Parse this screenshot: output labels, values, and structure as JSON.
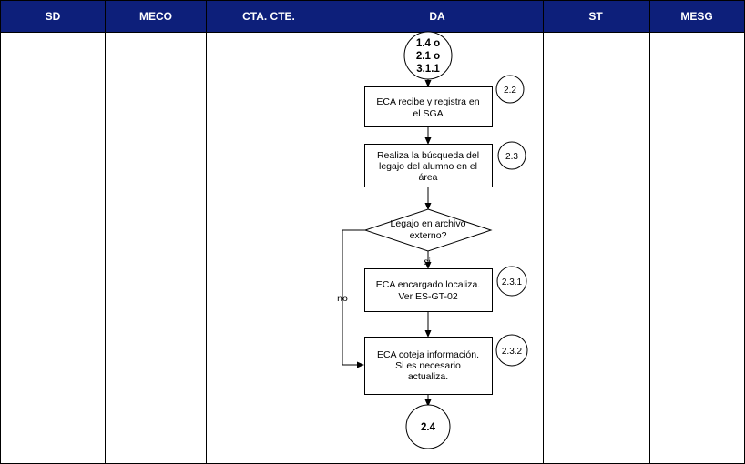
{
  "colors": {
    "header_fill": "#0d1f7a",
    "line": "#000000",
    "background": "#ffffff"
  },
  "lanes": [
    "SD",
    "MECO",
    "CTA. CTE.",
    "DA",
    "ST",
    "MESG"
  ],
  "connectors": {
    "start": [
      "1.4 o",
      "2.1 o",
      "3.1.1"
    ],
    "end": [
      "2.4"
    ]
  },
  "steps": [
    {
      "ref": "2.2",
      "lines": [
        "ECA recibe y registra en",
        "el  SGA"
      ]
    },
    {
      "ref": "2.3",
      "lines": [
        "Realiza la búsqueda del",
        "legajo del alumno en el",
        "área"
      ]
    },
    {
      "ref": "2.3.1",
      "lines": [
        "ECA encargado localiza.",
        "Ver ES-GT-02"
      ]
    },
    {
      "ref": "2.3.2",
      "lines": [
        "ECA coteja información.",
        "Si es necesario",
        "actualiza."
      ]
    }
  ],
  "decision": {
    "lines": [
      "Legajo en archivo",
      "externo?"
    ],
    "yes_label": "si",
    "no_label": "no"
  }
}
